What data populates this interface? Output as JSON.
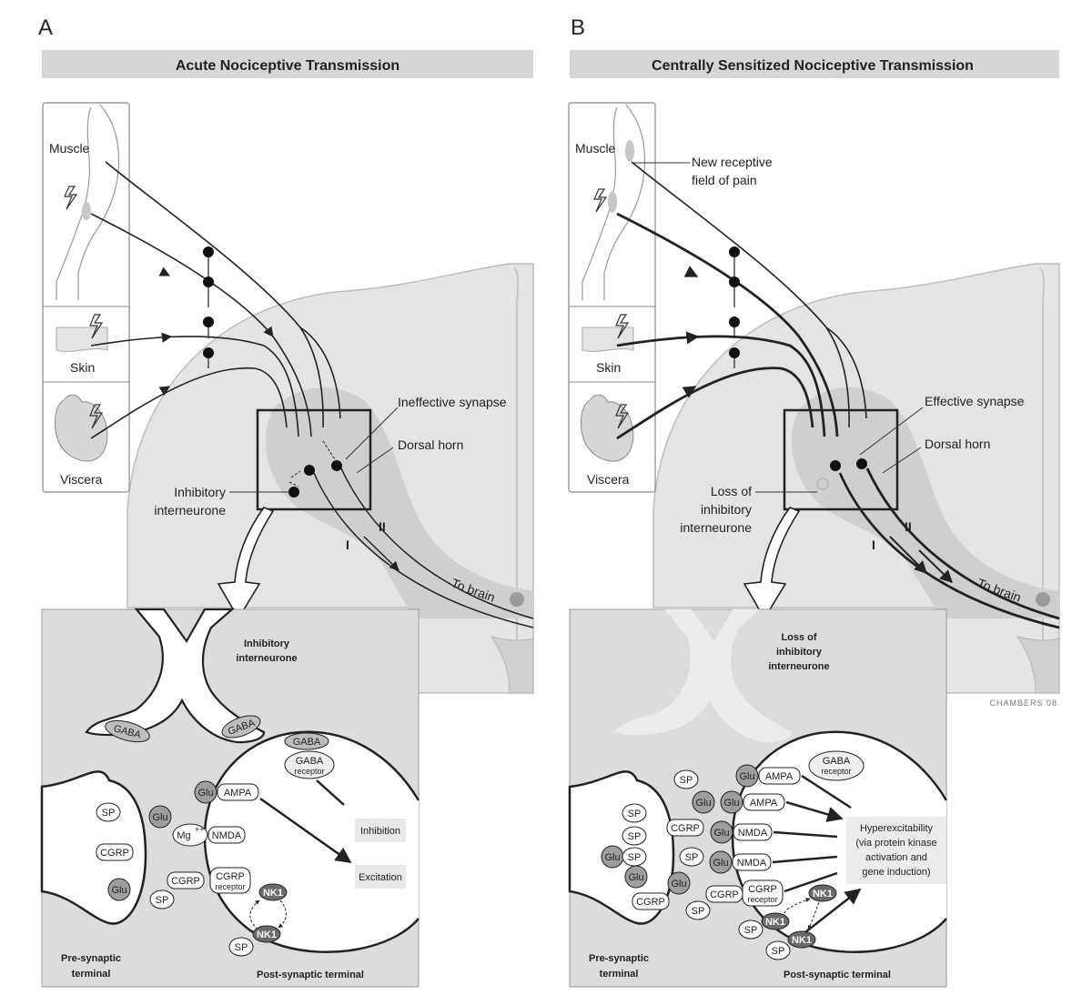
{
  "panels": [
    {
      "letter": "A",
      "title": "Acute Nociceptive Transmission",
      "labels": {
        "muscle": "Muscle",
        "skin": "Skin",
        "viscera": "Viscera",
        "synapse": "Ineffective synapse",
        "dorsal_horn": "Dorsal horn",
        "interneurone_1": "Inhibitory",
        "interneurone_2": "interneurone",
        "lamina_1": "I",
        "lamina_2": "II",
        "to_brain": "To brain"
      },
      "detail": {
        "interneurone_1": "Inhibitory",
        "interneurone_2": "interneurone",
        "pre_1": "Pre-synaptic",
        "pre_2": "terminal",
        "post": "Post-synaptic terminal",
        "inhibition": "Inhibition",
        "excitation": "Excitation"
      }
    },
    {
      "letter": "B",
      "title": "Centrally Sensitized Nociceptive Transmission",
      "labels": {
        "muscle": "Muscle",
        "skin": "Skin",
        "viscera": "Viscera",
        "new_field_1": "New receptive",
        "new_field_2": "field of pain",
        "synapse": "Effective synapse",
        "dorsal_horn": "Dorsal horn",
        "loss_1": "Loss of",
        "loss_2": "inhibitory",
        "loss_3": "interneurone",
        "lamina_1": "I",
        "lamina_2": "II",
        "to_brain": "To brain",
        "credit": "CHAMBERS 08"
      },
      "detail": {
        "loss_1": "Loss of",
        "loss_2": "inhibitory",
        "loss_3": "interneurone",
        "pre_1": "Pre-synaptic",
        "pre_2": "terminal",
        "post": "Post-synaptic terminal",
        "hyper_1": "Hyperexcitability",
        "hyper_2": "(via protein kinase",
        "hyper_3": "activation and",
        "hyper_4": "gene induction)"
      }
    }
  ],
  "molecules": {
    "gaba": "GABA",
    "gaba_receptor": "receptor",
    "glu": "Glu",
    "ampa": "AMPA",
    "nmda": "NMDA",
    "mg": "Mg",
    "mg_sup": "++",
    "cgrp": "CGRP",
    "cgrp_receptor": "receptor",
    "sp": "SP",
    "nk1": "NK1"
  },
  "colors": {
    "header_bar": "#d6d6d6",
    "cord": "#e2e2e2",
    "grey_matter": "#cfcfcf",
    "detail_bg": "#dcdcdc",
    "ink": "#222222"
  }
}
